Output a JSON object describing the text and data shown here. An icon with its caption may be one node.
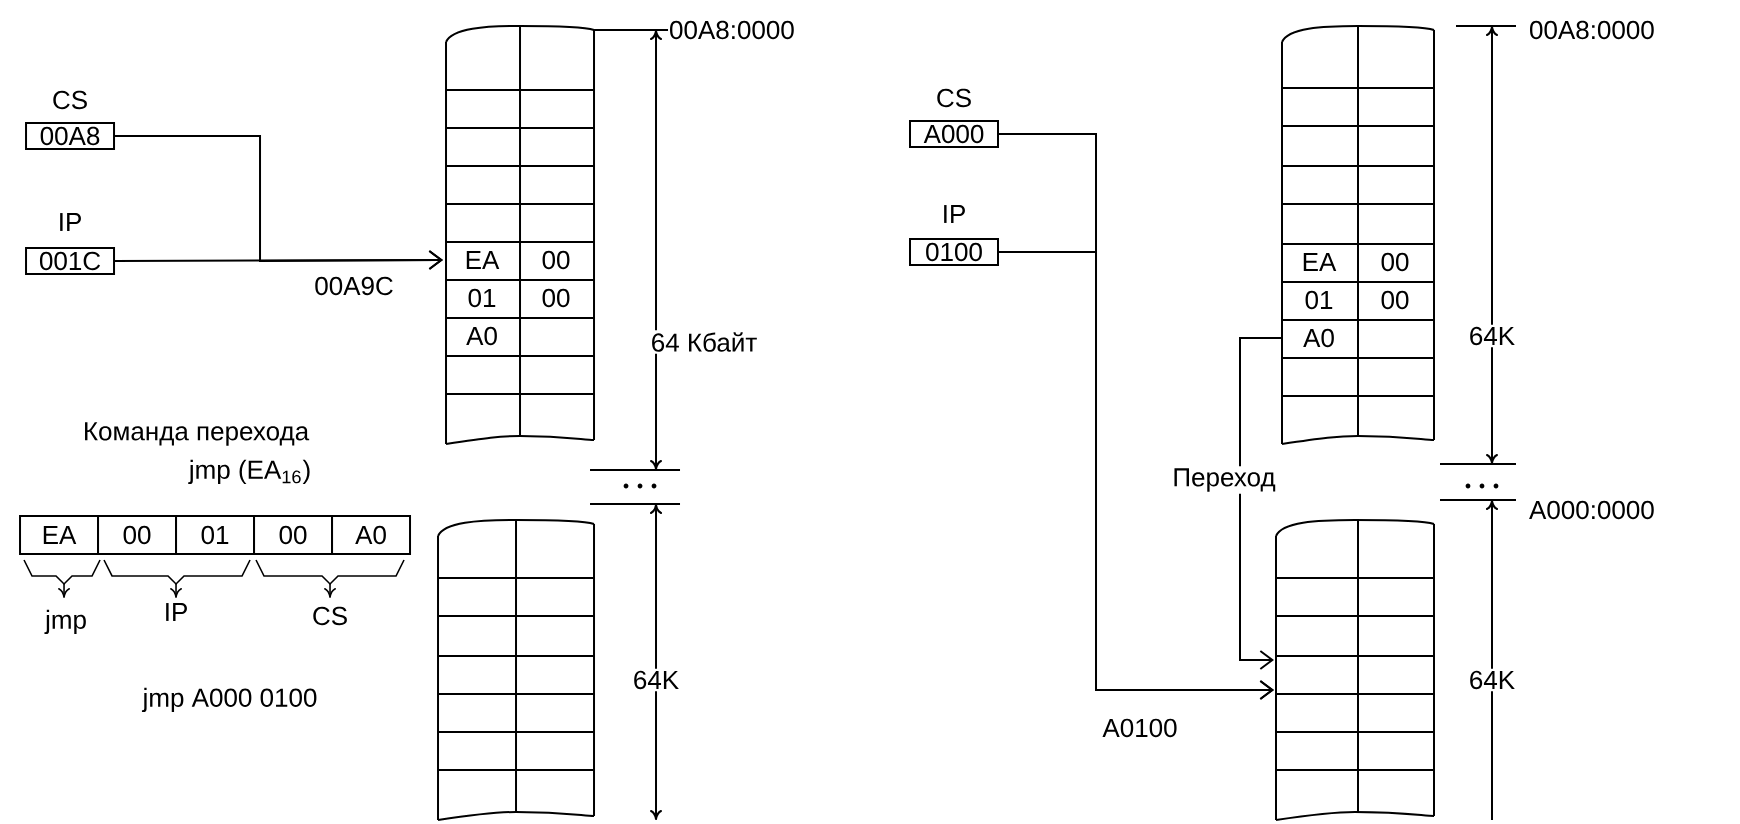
{
  "diagram": {
    "nodes": [
      {
        "text": [],
        "shape": "box"
      },
      {
        "text": [
          "EA"
        ],
        "in": 0
      },
      {
        "text": [
          "00"
        ],
        "in": 0
      },
      {
        "text": [
          "01"
        ],
        "in": 0
      },
      {
        "text": [
          "00"
        ],
        "in": 0
      },
      {
        "text": [
          "A0"
        ],
        "in": 0
      },
      {
        "text": [],
        "shape": "box"
      },
      {
        "text": [
          "CS",
          "00A8"
        ]
      },
      {
        "text": [
          "IP",
          "001C"
        ]
      },
      {
        "text": [
          "EA"
        ]
      },
      {
        "text": [
          "00"
        ]
      },
      {
        "text": [
          "01"
        ]
      },
      {
        "text": [
          "00"
        ]
      },
      {
        "text": [
          "A0"
        ]
      },
      {
        "text": [],
        "shape": "box"
      },
      {
        "text": [
          "EA"
        ],
        "in": 14
      },
      {
        "text": [
          "00"
        ],
        "in": 14
      },
      {
        "text": [
          "01"
        ],
        "in": 14
      },
      {
        "text": [
          "00"
        ],
        "in": 14
      },
      {
        "text": [
          "A0"
        ],
        "in": 14
      },
      {
        "text": [],
        "shape": "box"
      },
      {
        "text": [
          "CS",
          "A000"
        ]
      },
      {
        "text": [
          "IP",
          "0100"
        ]
      }
    ],
    "edges": [
      {
        "from": 7,
        "to": 1,
        "arrow": "to"
      },
      {
        "from": 8,
        "to": 1,
        "arrow": "to",
        "label": "00A9C"
      },
      {
        "from": 21,
        "to": 20,
        "arrow": "to"
      },
      {
        "from": 22,
        "to": 20,
        "arrow": "to",
        "label": "A0100"
      },
      {
        "from": 19,
        "to": 20,
        "arrow": "to",
        "label": "Переход"
      }
    ],
    "labels": [
      "00A8:0000",
      "64 Кбайт",
      "Команда перехода",
      "jmp (EA$_{16}$)",
      "jmp",
      "IP",
      "CS",
      "64K",
      "jmp A000 0100",
      "00A8:0000",
      "64K",
      "A000:0000",
      "64K"
    ]
  }
}
